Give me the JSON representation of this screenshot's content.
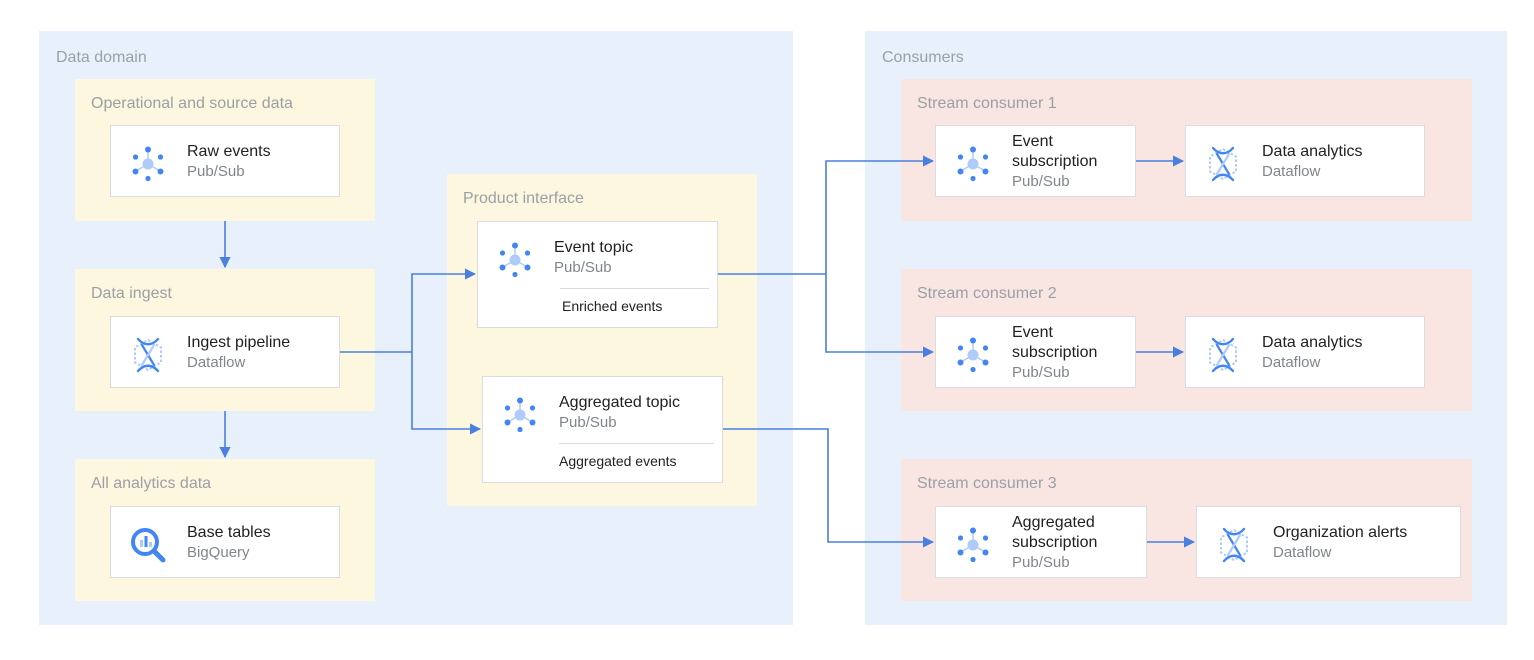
{
  "regions": {
    "data_domain": {
      "title": "Data domain"
    },
    "consumers": {
      "title": "Consumers"
    }
  },
  "groups": {
    "operational": {
      "title": "Operational and source data"
    },
    "ingest": {
      "title": "Data ingest"
    },
    "analytics": {
      "title": "All analytics data"
    },
    "product": {
      "title": "Product interface"
    },
    "consumer1": {
      "title": "Stream consumer 1"
    },
    "consumer2": {
      "title": "Stream consumer 2"
    },
    "consumer3": {
      "title": "Stream consumer 3"
    }
  },
  "cards": {
    "raw_events": {
      "name": "Raw events",
      "sub": "Pub/Sub",
      "icon": "pubsub-icon"
    },
    "ingest_pipeline": {
      "name": "Ingest pipeline",
      "sub": "Dataflow",
      "icon": "dataflow-icon"
    },
    "base_tables": {
      "name": "Base tables",
      "sub": "BigQuery",
      "icon": "bigquery-icon"
    },
    "event_topic": {
      "name": "Event topic",
      "sub": "Pub/Sub",
      "note": "Enriched events",
      "icon": "pubsub-icon"
    },
    "aggregated_topic": {
      "name": "Aggregated topic",
      "sub": "Pub/Sub",
      "note": "Aggregated events",
      "icon": "pubsub-icon"
    },
    "c1_subscription": {
      "name": "Event\nsubscription",
      "sub": "Pub/Sub",
      "icon": "pubsub-icon"
    },
    "c1_analytics": {
      "name": "Data analytics",
      "sub": "Dataflow",
      "icon": "dataflow-icon"
    },
    "c2_subscription": {
      "name": "Event\nsubscription",
      "sub": "Pub/Sub",
      "icon": "pubsub-icon"
    },
    "c2_analytics": {
      "name": "Data analytics",
      "sub": "Dataflow",
      "icon": "dataflow-icon"
    },
    "c3_subscription": {
      "name": "Aggregated\nsubscription",
      "sub": "Pub/Sub",
      "icon": "pubsub-icon"
    },
    "c3_alerts": {
      "name": "Organization alerts",
      "sub": "Dataflow",
      "icon": "dataflow-icon"
    }
  },
  "colors": {
    "region_bg": "#e8f0fb",
    "yellow_group": "#fef7e0",
    "pink_group": "#f9e6e3",
    "arrow": "#4a7fe0",
    "icon_blue": "#4285f4",
    "icon_light": "#aecbfa"
  }
}
